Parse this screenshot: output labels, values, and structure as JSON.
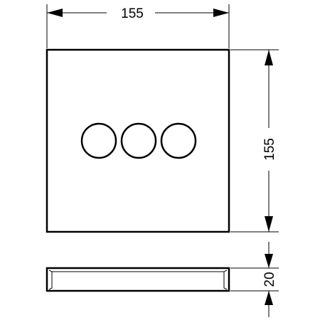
{
  "drawing": {
    "dimensions": {
      "top_width": "155",
      "right_height": "155",
      "side_thickness": "20"
    },
    "features": {
      "button_count": 3
    }
  }
}
